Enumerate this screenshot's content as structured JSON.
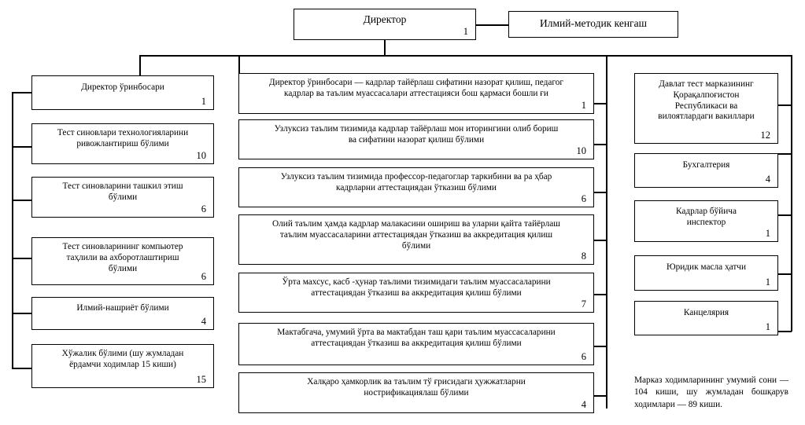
{
  "diagram": {
    "title_node": {
      "label": "Директор",
      "count": "1"
    },
    "council_node": {
      "label": "Илмий-методик кенгаш",
      "count": ""
    },
    "left_column": [
      {
        "label": "Директор ўринбосари",
        "count": "1"
      },
      {
        "label": "Тест синовлари технологияларини\nривожлантириш бўлими",
        "count": "10"
      },
      {
        "label": "Тест синовларини ташкил этиш\nбўлими",
        "count": "6"
      },
      {
        "label": "Тест синовларининг компьютер\nтаҳлили ва ахборотлаштириш\nбўлими",
        "count": "6"
      },
      {
        "label": "Илмий-нашриёт бўлими",
        "count": "4"
      },
      {
        "label": "Хўжалик бўлими (шу жумладан\nёрдамчи ходимлар  15 киши)",
        "count": "15"
      }
    ],
    "center_column": [
      {
        "label": "Директор ўринбосари   — кадрлар тайёрлаш сифатини назорат   қилиш, педагог\nкадрлар ва таълим муассасалари аттестацияси бош   қармаси бошли ғи",
        "count": "1"
      },
      {
        "label": "Узлуксиз таълим тизимида кадрлар тайёрлаш мон   иторингини олиб бориш\nва сифатини назорат  қилиш бўлими",
        "count": "10"
      },
      {
        "label": "Узлуксиз таълим тизимида  профессор-педагоглар таркибини ва ра  ҳбар\nкадрларни аттестациядан ўтказиш бўлими",
        "count": "6"
      },
      {
        "label": "Олий таълим  ҳамда кадрлар малакасини ошириш ва уларни   қайта тайёрлаш\nтаълим муассасаларини аттестациядан ўтказиш ва аккредитация   қилиш\nбўлими",
        "count": "8"
      },
      {
        "label": "Ўрта махсус, касб -ҳунар таълими тизимидаги таълим муассасаларини\nаттестациядан ўтказиш ва аккредитация   қилиш бўлими",
        "count": "7"
      },
      {
        "label": "Мактабгача, умумий ўрта ва мактабдан таш   қари таълим муассасаларини\nаттестациядан ўтказиш ва аккредитация   қилиш бўлими",
        "count": "6"
      },
      {
        "label": "Халқаро ҳамкорлик ва таълим тў  ғрисидаги  ҳужжатларни\nнострификациялаш бўлими",
        "count": "4"
      }
    ],
    "right_column": [
      {
        "label": "Давлат тест марказининг\nҚорақалпоғистон\nРеспубликаси ва\nвилоятлардаги вакиллари",
        "count": "12"
      },
      {
        "label": "Бухгалтерия",
        "count": "4"
      },
      {
        "label": "Кадрлар бўйича\nинспектор",
        "count": "1"
      },
      {
        "label": "Юридик масла ҳатчи",
        "count": "1"
      },
      {
        "label": "Канцелярия",
        "count": "1"
      }
    ],
    "footnote": "Марказ  ходимларининг  умумий сони — 104 киши, шу жумладан бошқарув ходимлари — 89 киши."
  }
}
